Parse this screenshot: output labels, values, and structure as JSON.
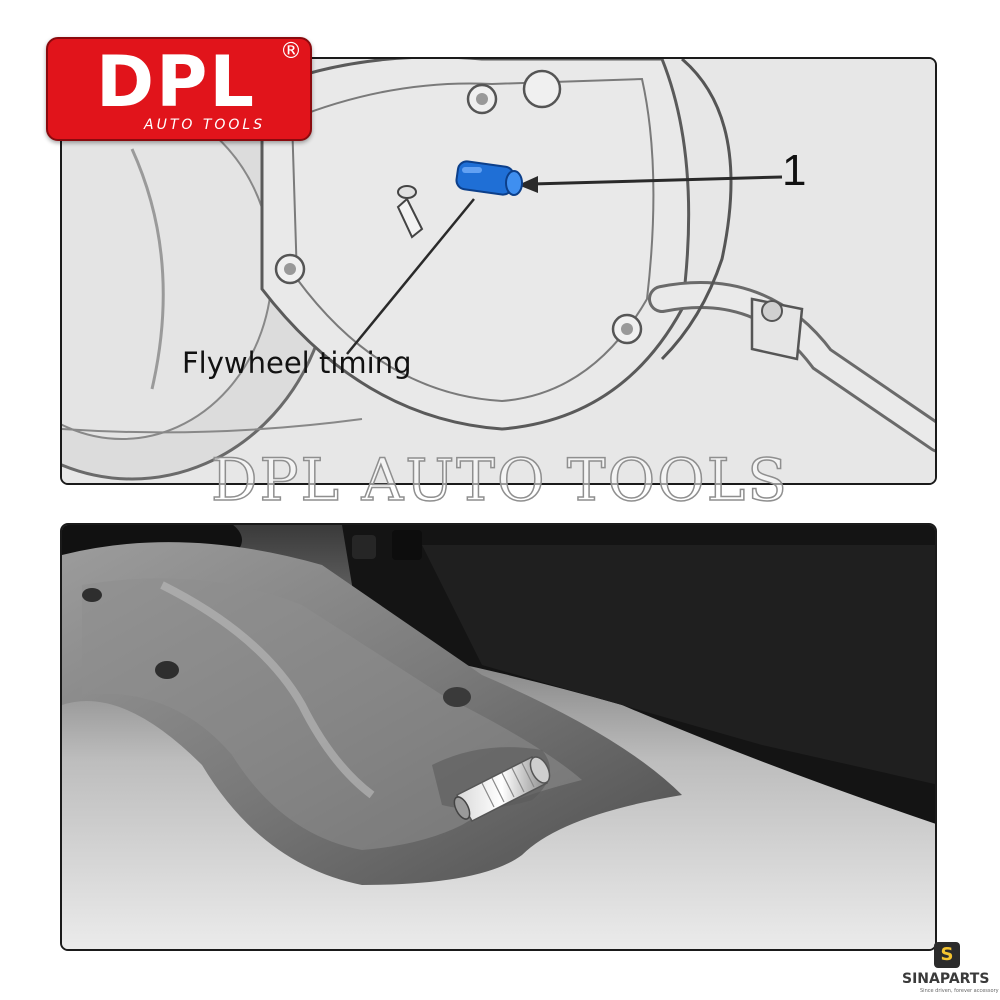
{
  "logo": {
    "main": "DPL",
    "registered": "®",
    "sub": "AUTO TOOLS",
    "color": "#e1141b"
  },
  "diagram": {
    "callout_number": "1",
    "callout_label": "Flywheel timing",
    "pin_color": "#1f6fd6"
  },
  "watermark": "DPL AUTO TOOLS",
  "brand": {
    "icon_glyph": "S",
    "name": "SINAPARTS",
    "tagline": "Since driven, forever accessory"
  }
}
